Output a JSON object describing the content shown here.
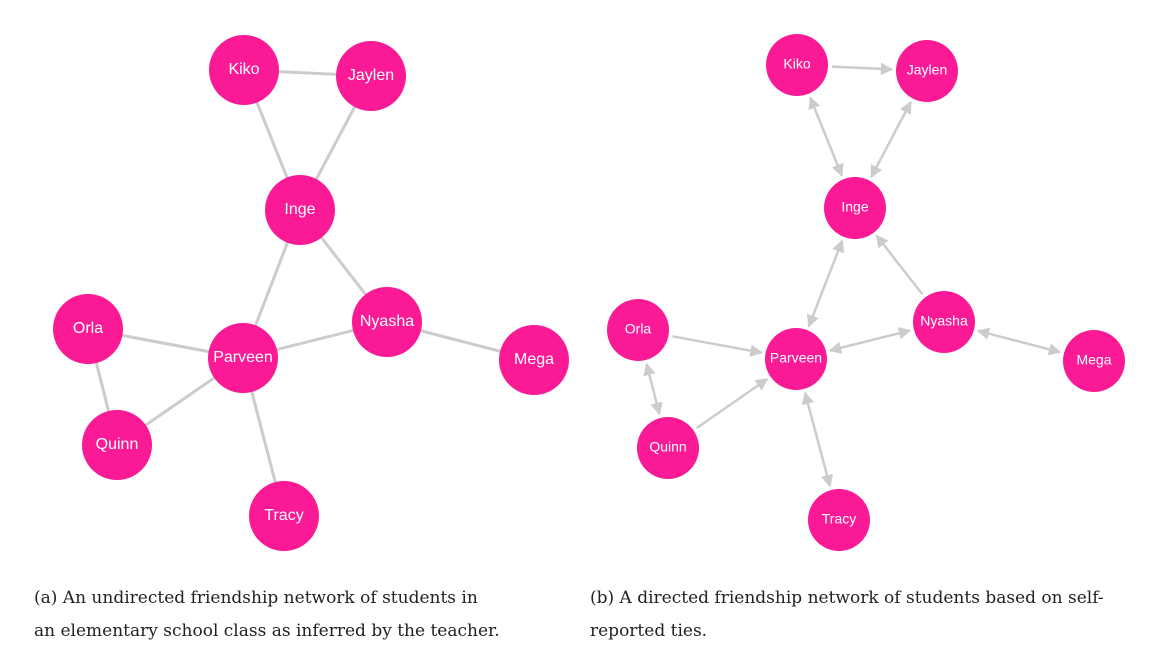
{
  "panel_a": {
    "caption": "(a) An undirected friendship network of students in an elementary school class as inferred by the teacher.",
    "nodes": [
      "Kiko",
      "Jaylen",
      "Inge",
      "Nyasha",
      "Orla",
      "Parveen",
      "Mega",
      "Quinn",
      "Tracy"
    ],
    "edges": [
      [
        "Kiko",
        "Jaylen"
      ],
      [
        "Kiko",
        "Inge"
      ],
      [
        "Jaylen",
        "Inge"
      ],
      [
        "Inge",
        "Nyasha"
      ],
      [
        "Inge",
        "Parveen"
      ],
      [
        "Orla",
        "Parveen"
      ],
      [
        "Orla",
        "Quinn"
      ],
      [
        "Parveen",
        "Nyasha"
      ],
      [
        "Nyasha",
        "Mega"
      ],
      [
        "Parveen",
        "Quinn"
      ],
      [
        "Parveen",
        "Tracy"
      ]
    ]
  },
  "panel_b": {
    "caption": "(b) A directed friendship network of students based on self-reported ties.",
    "nodes": [
      "Kiko",
      "Jaylen",
      "Inge",
      "Nyasha",
      "Orla",
      "Parveen",
      "Mega",
      "Quinn",
      "Tracy"
    ],
    "edges": [
      {
        "from": "Kiko",
        "to": "Jaylen",
        "both": false
      },
      {
        "from": "Kiko",
        "to": "Inge",
        "both": true
      },
      {
        "from": "Jaylen",
        "to": "Inge",
        "both": true
      },
      {
        "from": "Parveen",
        "to": "Inge",
        "both": true
      },
      {
        "from": "Nyasha",
        "to": "Inge",
        "both": false
      },
      {
        "from": "Orla",
        "to": "Parveen",
        "both": false
      },
      {
        "from": "Orla",
        "to": "Quinn",
        "both": true
      },
      {
        "from": "Quinn",
        "to": "Parveen",
        "both": false
      },
      {
        "from": "Parveen",
        "to": "Nyasha",
        "both": true
      },
      {
        "from": "Nyasha",
        "to": "Mega",
        "both": true
      },
      {
        "from": "Parveen",
        "to": "Tracy",
        "both": true
      }
    ]
  },
  "colors": {
    "node": "#fa1a96",
    "edge": "#cccccc",
    "label": "#ffffff"
  }
}
